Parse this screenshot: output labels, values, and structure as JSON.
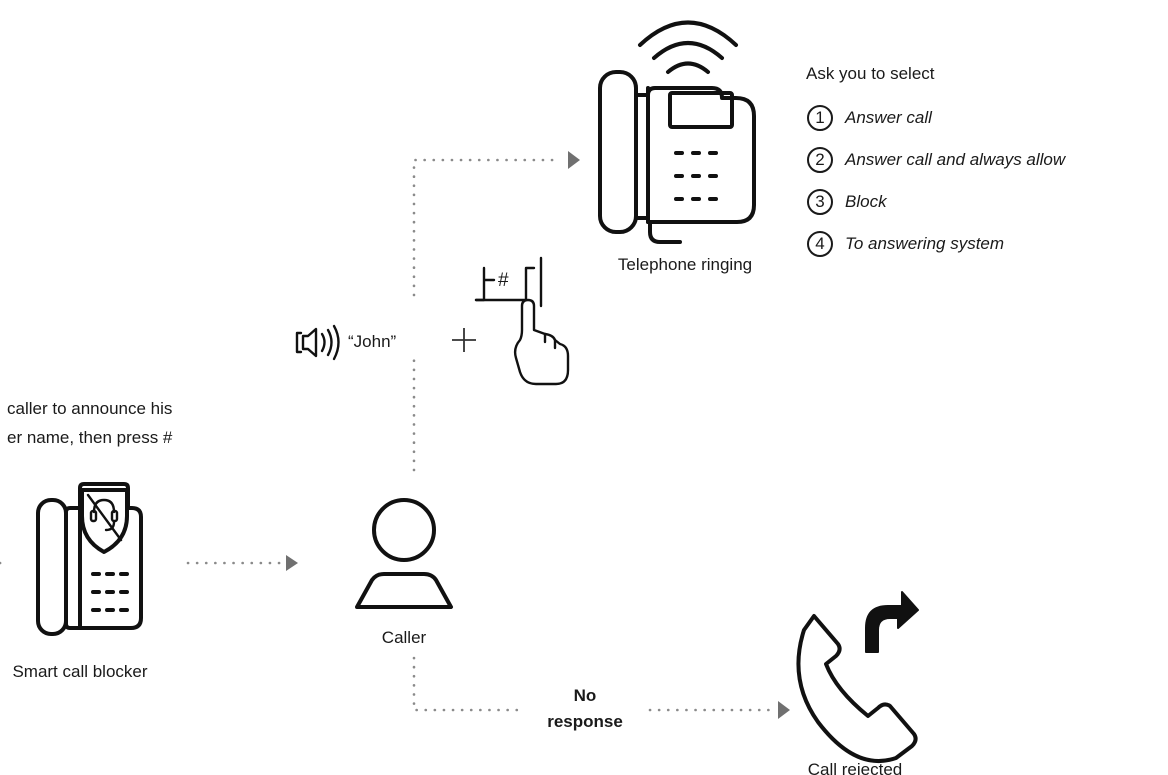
{
  "prompt_text": {
    "line1": "caller to announce his",
    "line2": "er name, then press #"
  },
  "nodes": {
    "blocker_label": "Smart call blocker",
    "caller_label": "Caller",
    "phone_label": "Telephone ringing",
    "rejected_label": "Call rejected"
  },
  "announce": {
    "name_text": "“John”",
    "plus": "+",
    "hash_key": "#"
  },
  "no_response": {
    "line1": "No",
    "line2": "response"
  },
  "options": {
    "heading": "Ask you to select",
    "items": [
      {
        "num": "1",
        "text": "Answer call"
      },
      {
        "num": "2",
        "text": "Answer call and always allow"
      },
      {
        "num": "3",
        "text": "Block"
      },
      {
        "num": "4",
        "text": "To answering system"
      }
    ]
  },
  "icons": {
    "blocker": "smart-call-blocker-phone-icon",
    "caller": "person-icon",
    "phone": "ringing-desk-phone-icon",
    "speaker": "speaker-icon",
    "keypad_press": "finger-press-hash-key-icon",
    "rejected": "handset-reject-arrow-icon"
  }
}
